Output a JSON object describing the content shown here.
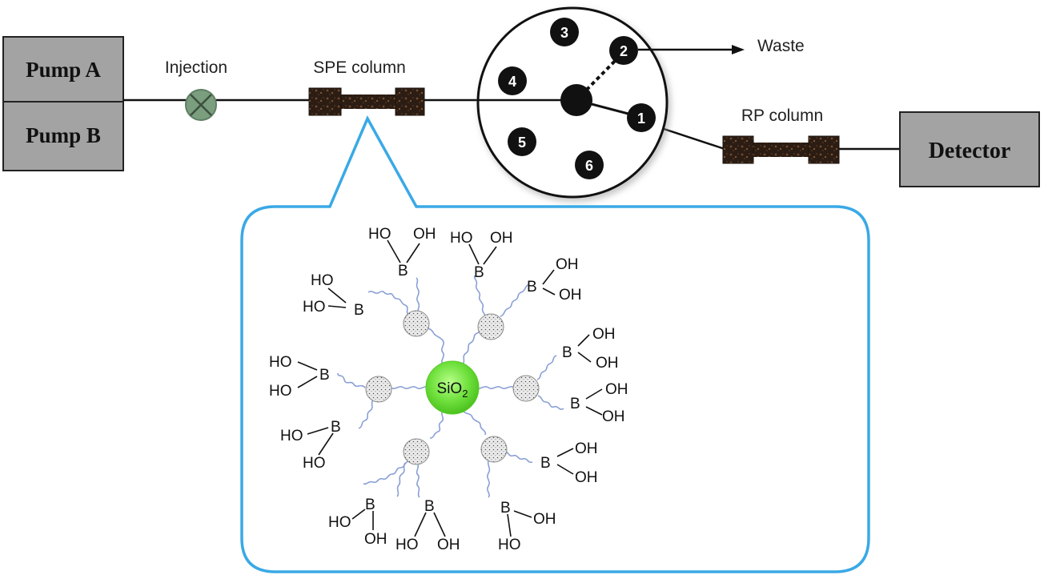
{
  "instrument": {
    "pumps": [
      "Pump A",
      "Pump B"
    ],
    "injection_label": "Injection",
    "spe_column_label": "SPE column",
    "rp_column_label": "RP column",
    "waste_label": "Waste",
    "detector_label": "Detector",
    "valve_ports": [
      "1",
      "2",
      "3",
      "4",
      "5",
      "6"
    ]
  },
  "particle": {
    "core_label": "SiO",
    "core_subscript": "2",
    "boron_label": "B",
    "hydroxyl_label": "OH",
    "hydroxyl_label_left": "HO"
  },
  "colors": {
    "pump_fill": "#a3a3a3",
    "detector_fill": "#a3a3a3",
    "valve_port_fill": "#111111",
    "column_fill": "#2b1d14",
    "column_speckle": "#7a4a2a",
    "injection_fill": "#7a9e7e",
    "callout_border": "#3aa9e6",
    "silica_green": "#6fe03c",
    "linker_blue": "#8aa0d6"
  }
}
